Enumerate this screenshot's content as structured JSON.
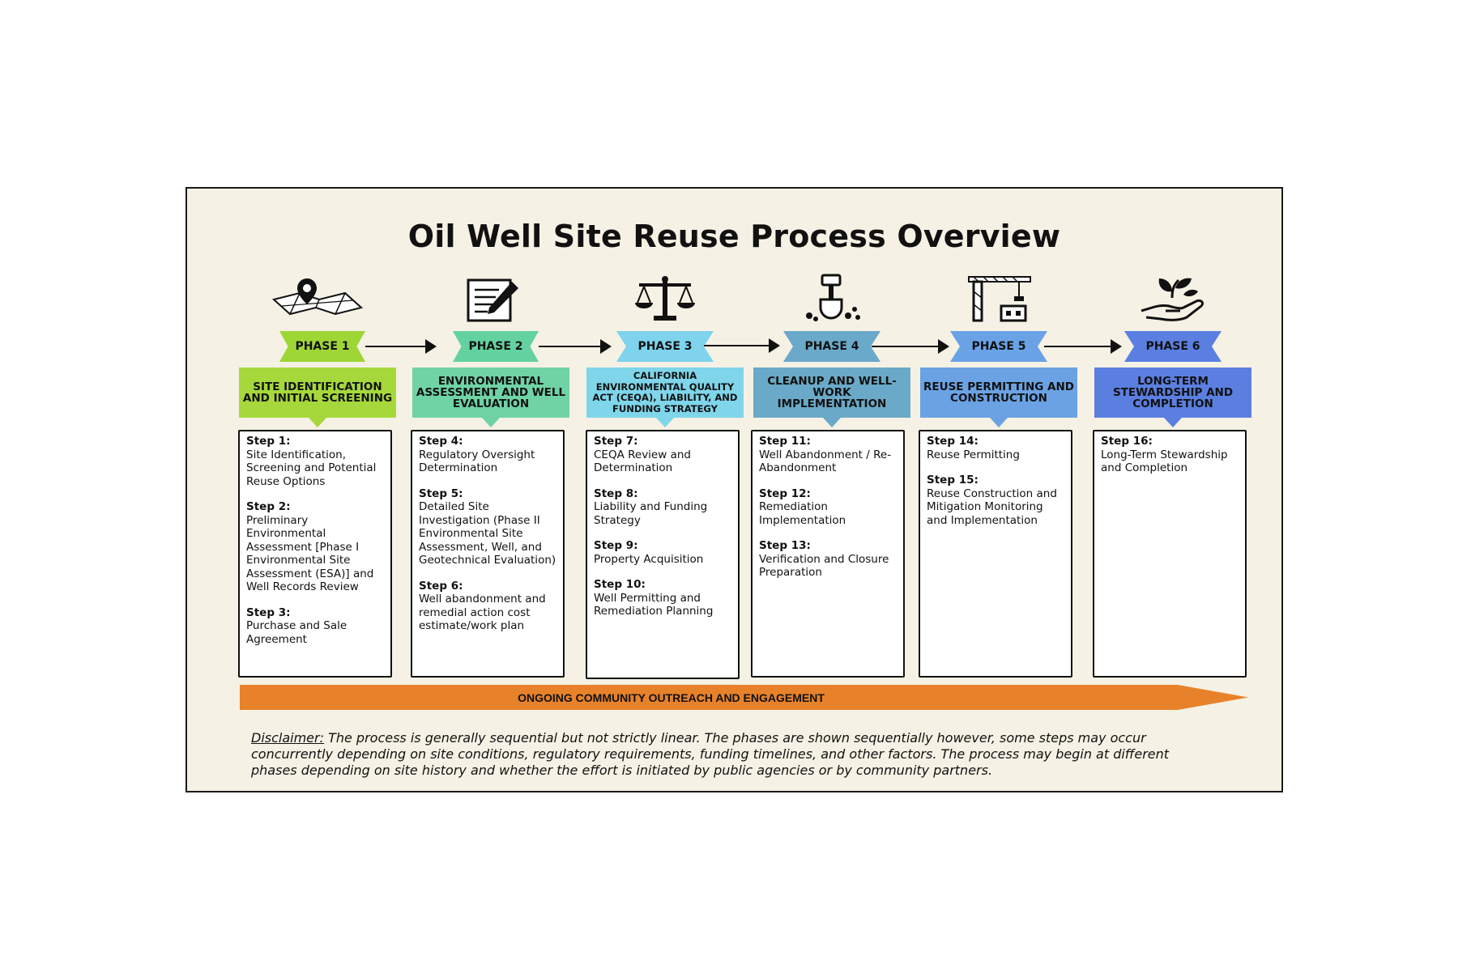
{
  "title": "Oil Well Site Reuse Process Overview",
  "phases": [
    {
      "tab": "PHASE 1",
      "icon": "map-pin-icon",
      "color": "#9ed636",
      "box_color": "#a6d83b",
      "heading": "SITE IDENTIFICATION AND INITIAL SCREENING",
      "steps": [
        {
          "label": "Step 1:",
          "text": "Site Identification, Screening and Potential Reuse Options"
        },
        {
          "label": "Step 2:",
          "text": "Preliminary Environmental Assessment [Phase I Environmental Site Assessment (ESA)] and Well Records Review"
        },
        {
          "label": "Step 3:",
          "text": "Purchase and Sale Agreement"
        }
      ]
    },
    {
      "tab": "PHASE 2",
      "icon": "document-pen-icon",
      "color": "#63d2a0",
      "box_color": "#6fd3a6",
      "heading": "ENVIRONMENTAL ASSESSMENT AND WELL EVALUATION",
      "steps": [
        {
          "label": "Step 4:",
          "text": "Regulatory Oversight Determination"
        },
        {
          "label": "Step 5:",
          "text": "Detailed Site Investigation (Phase II Environmental Site Assessment, Well, and Geotechnical Evaluation)"
        },
        {
          "label": "Step 6:",
          "text": "Well abandonment and remedial action cost estimate/work plan"
        }
      ]
    },
    {
      "tab": "PHASE 3",
      "icon": "scales-icon",
      "color": "#7fd3ec",
      "box_color": "#7fd5ea",
      "heading": "CALIFORNIA ENVIRONMENTAL QUALITY ACT (CEQA), LIABILITY, AND FUNDING STRATEGY",
      "steps": [
        {
          "label": "Step 7:",
          "text": "CEQA Review and Determination"
        },
        {
          "label": "Step 8:",
          "text": "Liability and Funding Strategy"
        },
        {
          "label": "Step 9:",
          "text": "Property Acquisition"
        },
        {
          "label": "Step 10:",
          "text": "Well Permitting and Remediation Planning"
        }
      ]
    },
    {
      "tab": "PHASE 4",
      "icon": "shovel-icon",
      "color": "#6aa9c9",
      "box_color": "#6aa9c7",
      "heading": "CLEANUP AND WELL-WORK IMPLEMENTATION",
      "steps": [
        {
          "label": "Step 11:",
          "text": "Well Abandonment / Re-Abandonment"
        },
        {
          "label": "Step 12:",
          "text": "Remediation Implementation"
        },
        {
          "label": "Step 13:",
          "text": "Verification and Closure Preparation"
        }
      ]
    },
    {
      "tab": "PHASE 5",
      "icon": "crane-icon",
      "color": "#6aa2e6",
      "box_color": "#6aa2e4",
      "heading": "REUSE PERMITTING AND CONSTRUCTION",
      "steps": [
        {
          "label": "Step 14:",
          "text": "Reuse Permitting"
        },
        {
          "label": "Step 15:",
          "text": "Reuse Construction and Mitigation Monitoring and Implementation"
        }
      ]
    },
    {
      "tab": "PHASE 6",
      "icon": "hand-plant-icon",
      "color": "#5b7fe0",
      "box_color": "#5b7fe0",
      "heading": "LONG-TERM STEWARDSHIP AND COMPLETION",
      "steps": [
        {
          "label": "Step 16:",
          "text": "Long-Term Stewardship and Completion"
        }
      ]
    }
  ],
  "outreach": "ONGOING COMMUNITY OUTREACH AND ENGAGEMENT",
  "disclaimer": {
    "label": "Disclaimer:",
    "text": " The process is generally sequential but not strictly linear. The phases are shown sequentially however, some steps may occur concurrently depending on site conditions, regulatory requirements, funding timelines, and other factors. The process may begin at different phases depending on site history and whether the effort is initiated by public agencies or by community partners."
  },
  "colors": {
    "background": "#f5f1e4",
    "outreach_arrow": "#e8822a"
  }
}
